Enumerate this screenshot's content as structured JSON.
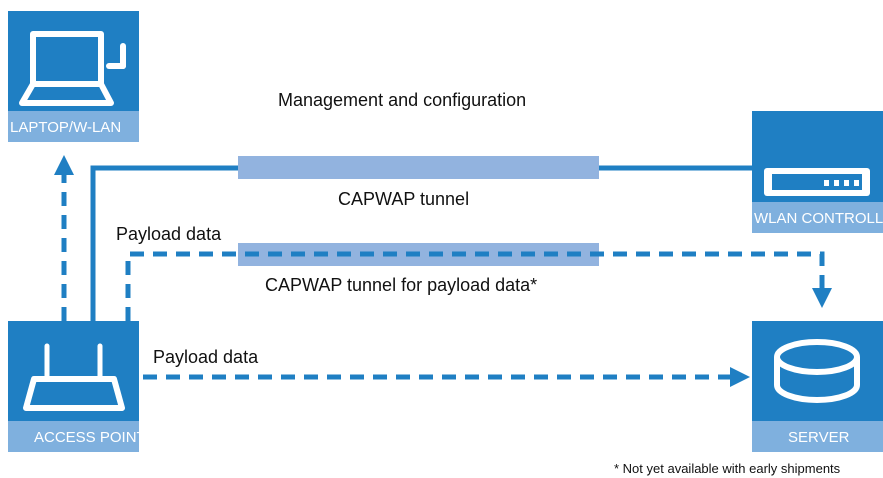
{
  "colors": {
    "tile": "#1f7fc3",
    "tile_band": "#7fb0de",
    "line": "#1f7fc3",
    "tunnel": "#92b3df"
  },
  "nodes": {
    "laptop": {
      "label": "LAPTOP/W-LAN",
      "icon": "laptop-icon"
    },
    "controller": {
      "label": "WLAN CONTROLLER",
      "icon": "wlan-controller-icon"
    },
    "access_point": {
      "label": "ACCESS POINT",
      "icon": "router-icon"
    },
    "server": {
      "label": "SERVER",
      "icon": "database-icon"
    }
  },
  "labels": {
    "management": "Management and configuration",
    "capwap_tunnel": "CAPWAP tunnel",
    "payload_top": "Payload data",
    "capwap_payload_tunnel": "CAPWAP tunnel for payload data*",
    "payload_bottom": "Payload data"
  },
  "footnote": "* Not yet available with early shipments"
}
